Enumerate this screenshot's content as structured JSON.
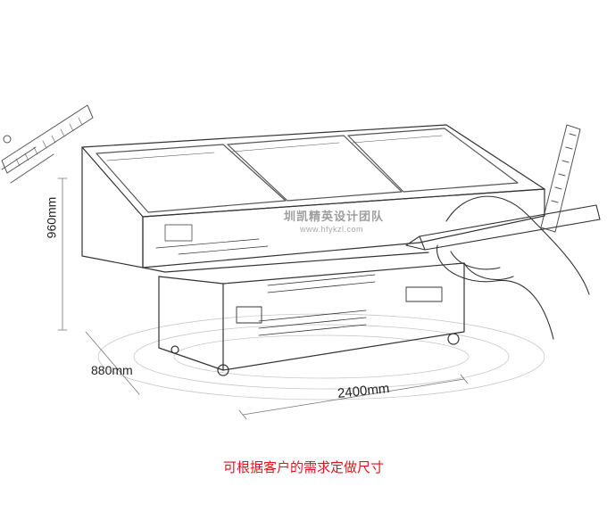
{
  "dimensions": {
    "height": "960mm",
    "depth": "880mm",
    "width": "2400mm"
  },
  "watermark": {
    "name": "圳凯精英设计团队",
    "url": "www.hfykzl.com"
  },
  "caption": "可根据客户的需求定做尺寸"
}
